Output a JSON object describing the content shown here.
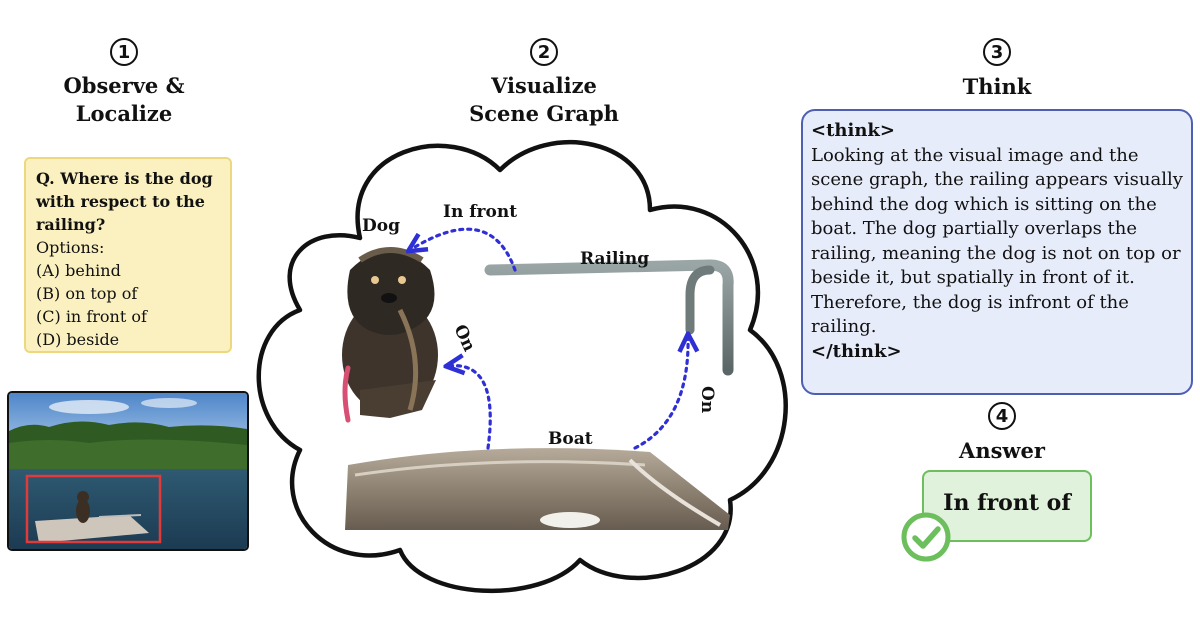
{
  "steps": [
    {
      "number": "1",
      "title_line1": "Observe &",
      "title_line2": "Localize"
    },
    {
      "number": "2",
      "title_line1": "Visualize",
      "title_line2": "Scene Graph"
    },
    {
      "number": "3",
      "title_line1": "Think"
    },
    {
      "number": "4",
      "title_line1": "Answer"
    }
  ],
  "question": {
    "text": "Q. Where is the dog with respect to the railing?",
    "options_label": "Options:",
    "options": [
      "(A) behind",
      "(B) on top of",
      "(C) in front of",
      "(D) beside"
    ]
  },
  "scene_graph": {
    "nodes": {
      "dog": "Dog",
      "railing": "Railing",
      "boat": "Boat"
    },
    "edges": {
      "dog_railing": "In front",
      "dog_boat": "On",
      "railing_boat": "On"
    }
  },
  "think": {
    "open_tag": "<think>",
    "body": "Looking at the visual image and the scene graph, the railing appears visually behind the dog which is sitting on the boat. The dog partially overlaps the railing, meaning the dog is not on top or beside it, but spatially in front of it. Therefore, the dog is infront of the railing.",
    "close_tag": "</think>"
  },
  "answer": {
    "text": "In front of"
  },
  "colors": {
    "question_bg": "#fbf1c0",
    "think_bg": "#e7ecfa",
    "think_border": "#4d5fb3",
    "answer_bg": "#e0f1dc",
    "answer_border": "#6cbf5c",
    "edge_arrow": "#2f2fd6",
    "bbox": "#e03a3a"
  }
}
